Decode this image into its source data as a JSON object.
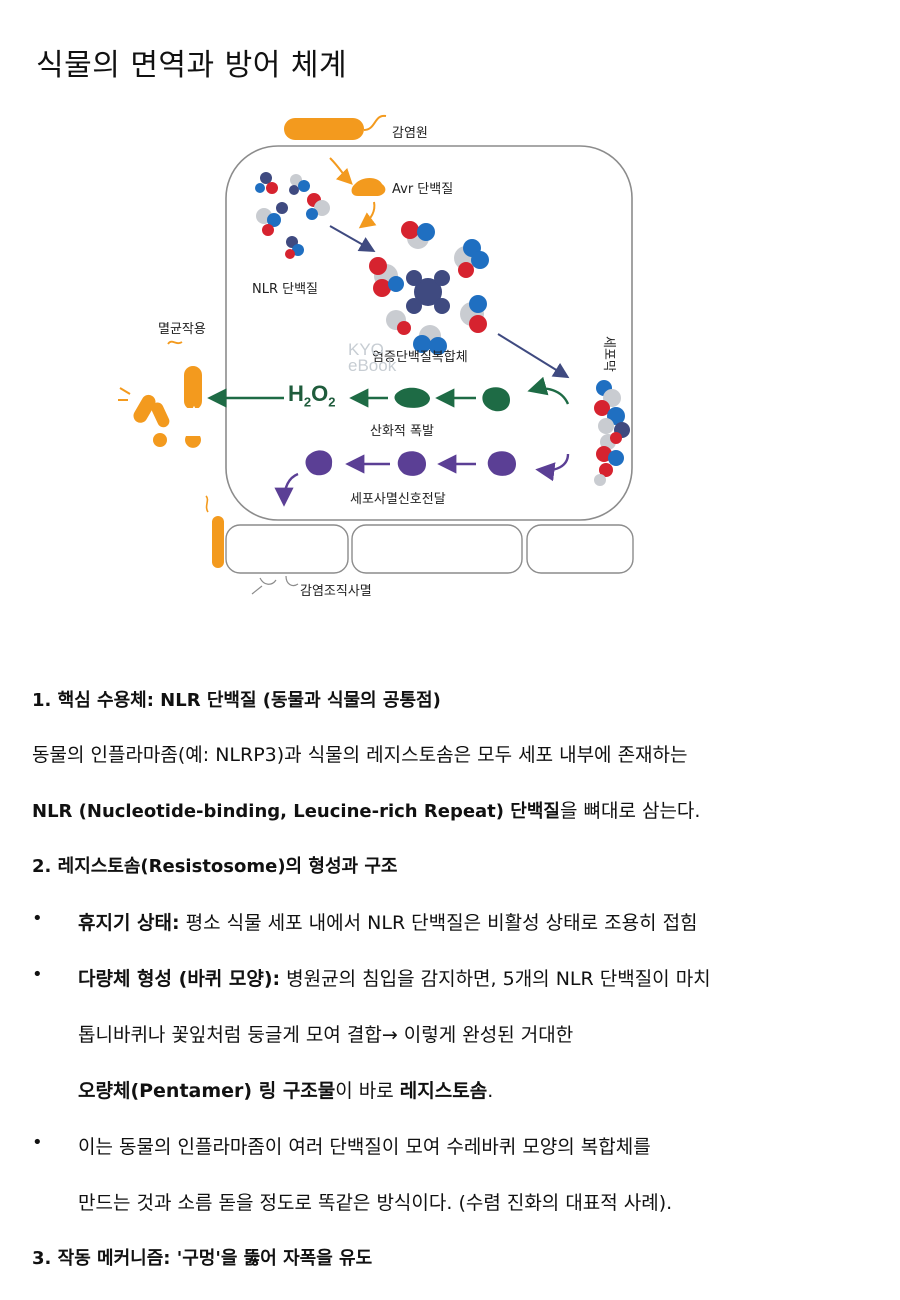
{
  "title": "식물의 면역과 방어 체계",
  "figure": {
    "labels": {
      "pathogen": "감염원",
      "avr": "Avr 단백질",
      "nlr": "NLR 단백질",
      "inflammasome": "염증단백질복합체",
      "membrane": "세포막",
      "sterilization": "멸균작용",
      "h2o2_main": "H",
      "h2o2_sub1": "2",
      "h2o2_mid": "O",
      "h2o2_sub2": "2",
      "burst": "산화적 폭발",
      "death_signal": "세포사멸신호전달",
      "tissue_death": "감염조직사멸",
      "watermark_1": "KYO",
      "watermark_2": "eBook"
    },
    "colors": {
      "pathogen": "#f39a1e",
      "blue": "#1f6fc1",
      "red": "#d6232f",
      "gray": "#c9ccd1",
      "navy": "#3f4a80",
      "green": "#1e6b45",
      "purple": "#5b3f95"
    }
  },
  "sections": {
    "s1_heading": "1. 핵심 수용체: NLR 단백질 (동물과 식물의 공통점)",
    "s1_p1": "동물의 인플라마좀(예: NLRP3)과 식물의 레지스토솜은 모두 세포 내부에 존재하는",
    "s1_p2_bold": "NLR (Nucleotide-binding, Leucine-rich Repeat) 단백질",
    "s1_p2_rest": "을 뼈대로 삼는다.",
    "s2_heading": "2. 레지스토솜(Resistosome)의 형성과 구조",
    "b1_bold": "휴지기 상태:",
    "b1_rest": " 평소 식물 세포 내에서 NLR 단백질은 비활성 상태로 조용히 접힘",
    "b2_bold": "다량체 형성 (바퀴 모양):",
    "b2_rest": " 병원균의 침입을 감지하면, 5개의 NLR 단백질이 마치",
    "b2_l2": "톱니바퀴나 꽃잎처럼 둥글게 모여 결합→  이렇게 완성된 거대한",
    "b2_l3_bold1": "오량체(Pentamer) 링 구조물",
    "b2_l3_mid": "이 바로 ",
    "b2_l3_bold2": "레지스토솜",
    "b2_l3_end": ".",
    "b3_l1": "이는 동물의 인플라마좀이 여러 단백질이 모여 수레바퀴 모양의 복합체를",
    "b3_l2": "만드는 것과 소름 돋을 정도로 똑같은 방식이다. (수렴 진화의 대표적 사례).",
    "s3_heading": "3. 작동 메커니즘: '구멍'을 뚫어 자폭을 유도",
    "bullet_symbol": "•"
  }
}
